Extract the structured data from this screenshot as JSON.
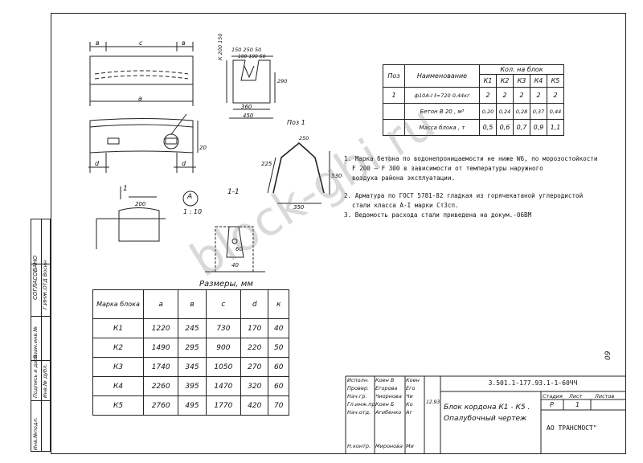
{
  "watermark": "block-gbi.ru",
  "sheet_number_corner": "09",
  "drawing_labels": {
    "dim_b_left": "в",
    "dim_c": "с",
    "dim_b_right": "в",
    "dim_a": "а",
    "dim_d_left": "d",
    "dim_d_right": "d",
    "dim_k": "К 200 150",
    "dim_100": "100",
    "dim_top_1": "150",
    "dim_top_2": "250",
    "dim_top_3": "50",
    "dim_top_4": "100",
    "dim_top_5": "100",
    "dim_top_6": "50",
    "dim_290": "290",
    "dim_360": "360",
    "dim_450": "450",
    "dim_20": "20",
    "dim_350": "350",
    "poz_1": "Поз 1",
    "dim_225": "225",
    "dim_530": "530",
    "dim_250": "250",
    "section_1": "1",
    "section_1_1": "1-1",
    "circle_a": "А",
    "scale_1_10": "1 : 10",
    "dim_200": "200",
    "dim_1": "1",
    "dim_60": "60",
    "section_a": "А",
    "dim_40": "40"
  },
  "spec_table": {
    "col_pos": "Поз",
    "col_name": "Наименование",
    "col_qty_group": "Кол. на блок",
    "col_k": [
      "К1",
      "К2",
      "К3",
      "К4",
      "К5"
    ],
    "rows": [
      {
        "pos": "1",
        "name": "ф10А-I  ℓ=720 0,44кг",
        "values": [
          "2",
          "2",
          "2",
          "2",
          "2"
        ]
      },
      {
        "pos": "",
        "name": "Бетон В 20 , м³",
        "values": [
          "0,20",
          "0,24",
          "0,28",
          "0,37",
          "0,44"
        ]
      },
      {
        "pos": "",
        "name": "Масса блока , т",
        "values": [
          "0,5",
          "0,6",
          "0,7",
          "0,9",
          "1,1"
        ]
      }
    ]
  },
  "notes": [
    "1. Марка бетона по водонепроницаемости не ниже W6, по морозостойкости",
    "F 200 – F 300 в зависимости от          температуры наружного",
    "воздуха района эксплуатации.",
    "2. Арматура по ГОСТ 5781-82 гладкая из горячекатаной углеродистой",
    "стали класса А-I марки Ст3сп.",
    "3. Ведомость расхода стали приведена на докум.-06ВМ"
  ],
  "dims_table": {
    "caption": "Размеры, мм",
    "headers": [
      "Марка блока",
      "а",
      "в",
      "с",
      "d",
      "к"
    ],
    "rows": [
      [
        "К1",
        "1220",
        "245",
        "730",
        "170",
        "40"
      ],
      [
        "К2",
        "1490",
        "295",
        "900",
        "220",
        "50"
      ],
      [
        "К3",
        "1740",
        "345",
        "1050",
        "270",
        "60"
      ],
      [
        "К4",
        "2260",
        "395",
        "1470",
        "320",
        "60"
      ],
      [
        "К5",
        "2760",
        "495",
        "1770",
        "420",
        "70"
      ]
    ]
  },
  "title_block": {
    "doc_code": "3.501.1-177.93.1-1-60ЧЧ",
    "title_line1": "Блок кордона  К1 - К5 .",
    "title_line2": "Опалубочный  чертеж",
    "stage_label": "Стадия",
    "sheet_label": "Лист",
    "sheets_label": "Листов",
    "stage_value": "Р",
    "sheet_value": "1",
    "company": "АО  ТРАНСМОСТ\"",
    "signers": [
      {
        "role": "Исполн.",
        "name": "Коен В",
        "sign": "Коен"
      },
      {
        "role": "Провер.",
        "name": "Егорова",
        "sign": "Его"
      },
      {
        "role": "Нач.гр.",
        "name": "Чиорнова",
        "sign": "Чи"
      },
      {
        "role": "Гл.инж.пр.",
        "name": "Коен Б",
        "sign": "Ко"
      },
      {
        "role": "Нач.отд.",
        "name": "Агибенко",
        "sign": "Аг"
      },
      {
        "role": "Н.контр.",
        "name": "Миронова",
        "sign": "Ми"
      }
    ],
    "date": "12.93"
  },
  "left_strip": {
    "labels": [
      "Инв.№подл.",
      "Подпись и дата",
      "Взам.инв.№",
      "Инв.№ дубл."
    ],
    "agreed": "СОГЛАСОВАНО",
    "agreed_sub": "Г.ИНЖ.ОТД  Восин"
  }
}
